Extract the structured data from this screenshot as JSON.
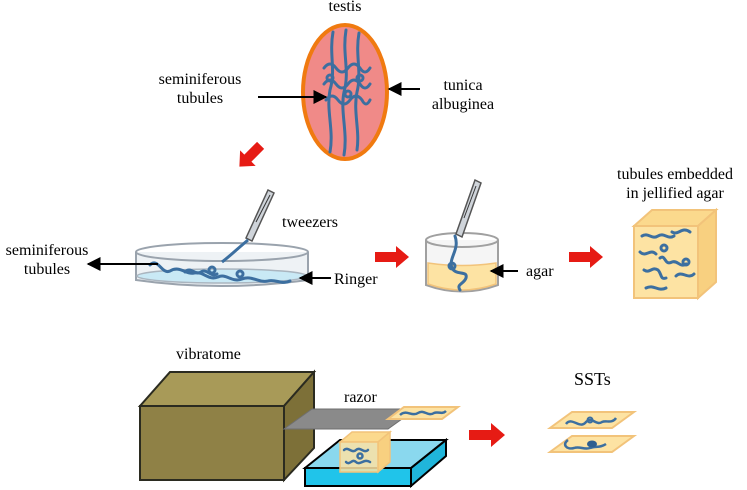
{
  "labels": {
    "testis": "testis",
    "seminiferous_top_line1": "seminiferous",
    "seminiferous_top_line2": "tubules",
    "tunica_line1": "tunica",
    "tunica_line2": "albuginea",
    "tweezers": "tweezers",
    "seminiferous_left_line1": "seminiferous",
    "seminiferous_left_line2": "tubules",
    "ringer": "Ringer",
    "agar": "agar",
    "embedded_line1": "tubules embedded",
    "embedded_line2": "in jellified agar",
    "vibratome": "vibratome",
    "razor": "razor",
    "ssts": "SSTs"
  },
  "colors": {
    "testis_fill": "#f08a88",
    "testis_stroke": "#f07a10",
    "tubule": "#3c6fa0",
    "arrow_red": "#e61b14",
    "agar_fill": "#fde3a3",
    "agar_stroke": "#f2c37a",
    "water": "#20c4ea",
    "vibratome_front": "#8f8146",
    "vibratome_top": "#a89a58",
    "razor": "#888888"
  },
  "icons": [
    "arrow-icon",
    "tweezers-icon",
    "petri-dish-icon",
    "beaker-icon",
    "agar-cube-icon",
    "vibratome-icon",
    "razor-blade-icon",
    "slice-icon"
  ]
}
